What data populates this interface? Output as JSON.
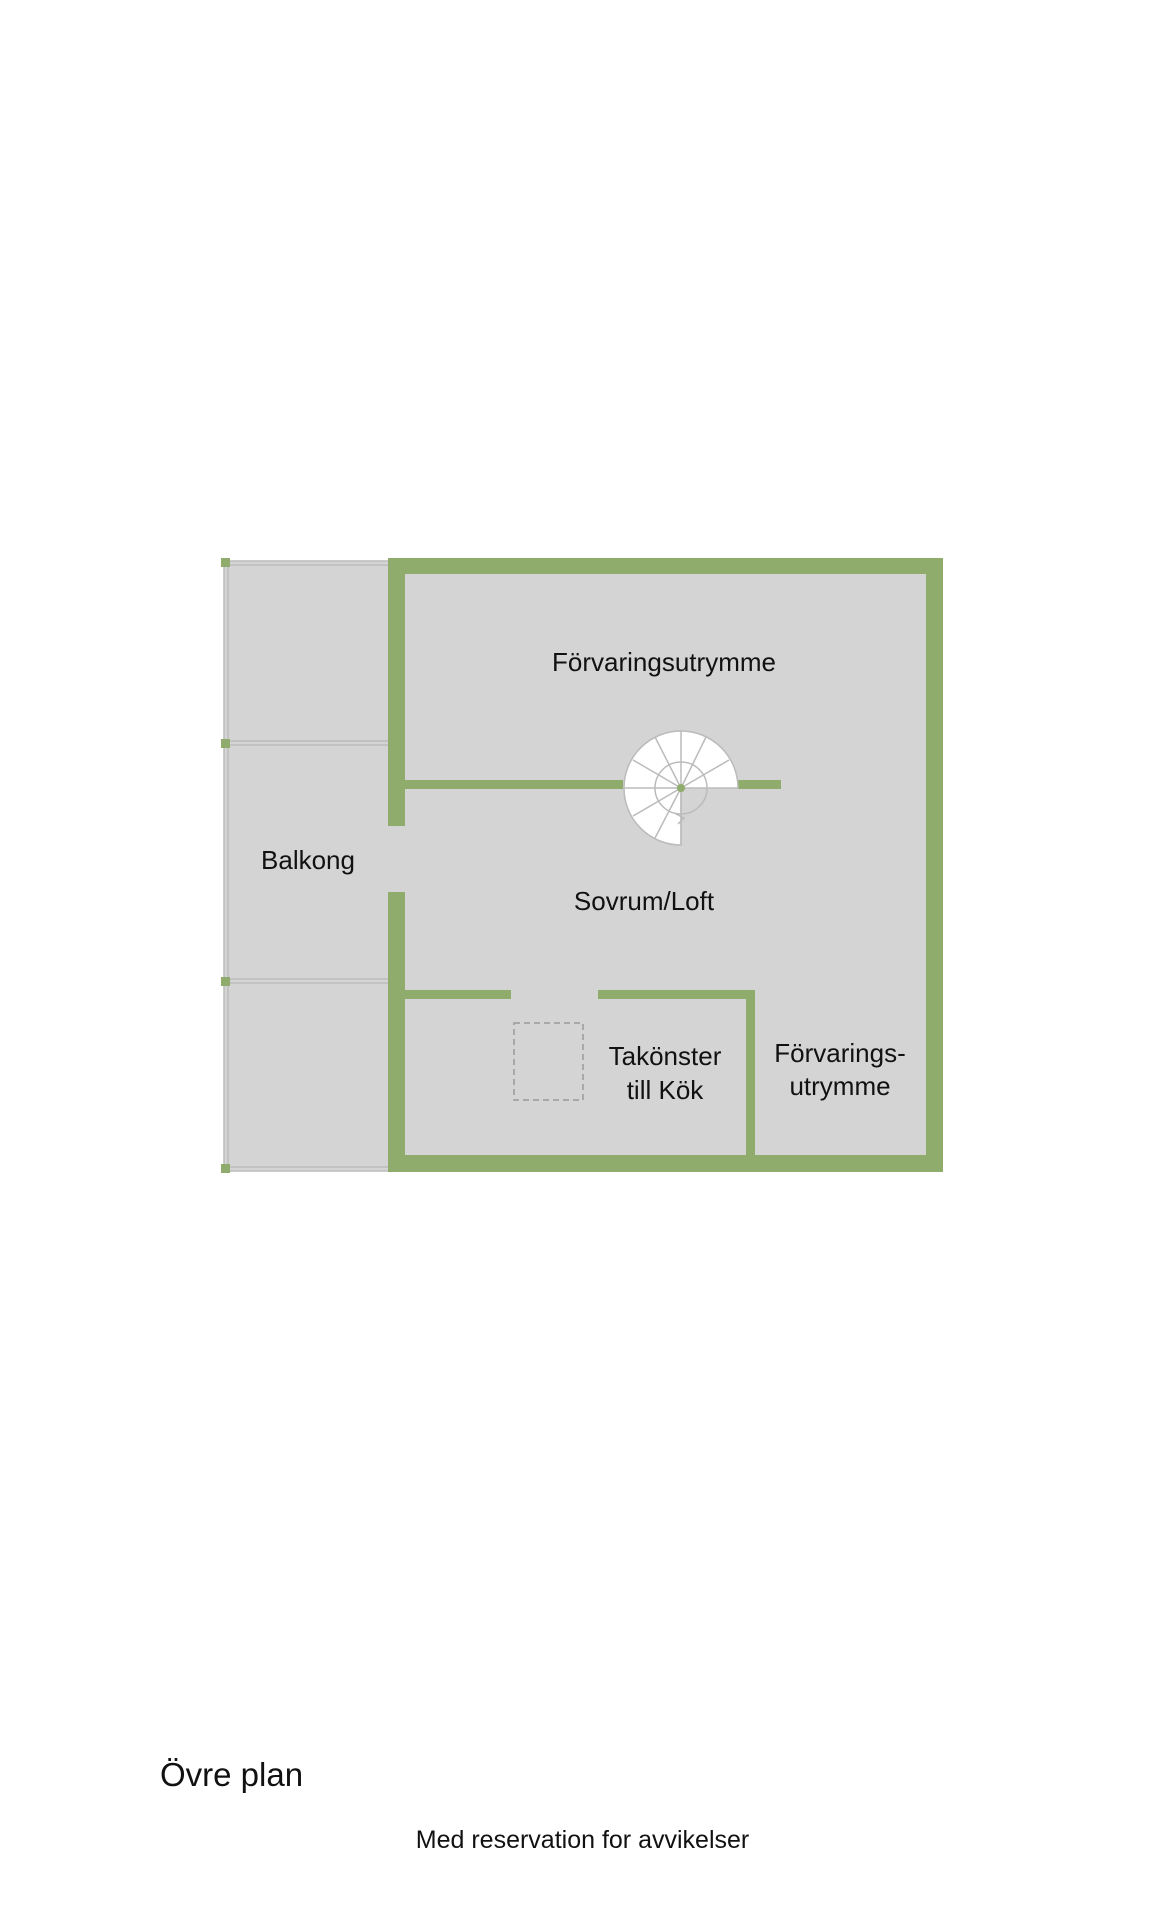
{
  "colors": {
    "wall": "#8fac6c",
    "floor": "#d4d4d4",
    "window": "#ffffff",
    "dashed": "#999999",
    "stair": "#ffffff"
  },
  "rooms": {
    "storage_top": "Förvaringsutrymme",
    "balcony": "Balkong",
    "bedroom_loft": "Sovrum/Loft",
    "skylight_line1": "Takönster",
    "skylight_line2": "till Kök",
    "storage_right_line1": "Förvarings-",
    "storage_right_line2": "utrymme"
  },
  "plan_title": "Övre plan",
  "disclaimer": "Med reservation for avvikelser"
}
